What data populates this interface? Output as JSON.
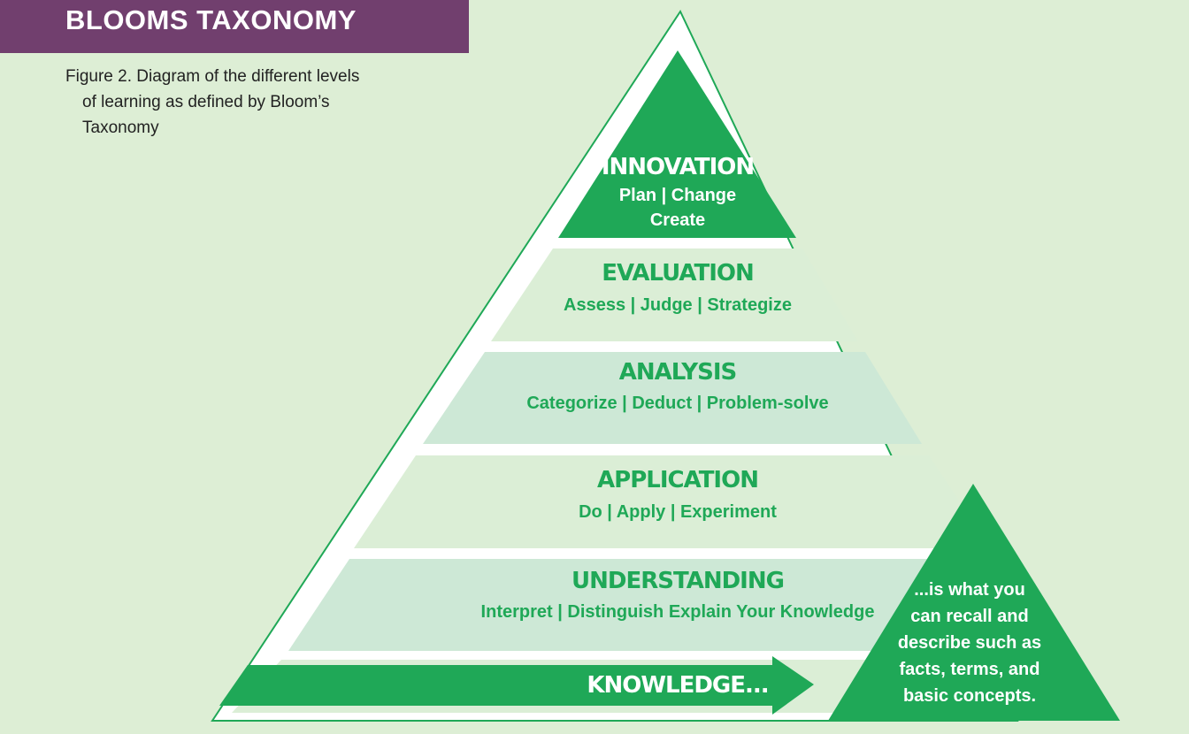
{
  "header": {
    "title": "BLOOMS TAXONOMY"
  },
  "caption": "Figure 2. Diagram of the different levels of learning as defined by Bloom’s Taxonomy",
  "colors": {
    "background": "#ddeed5",
    "header": "#713f6e",
    "green": "#1fa857",
    "band_light": "#dbeed6",
    "band_mid": "#cde8d6"
  },
  "levels": [
    {
      "title": "INNOVATION",
      "verbs": [
        "Plan | Change",
        "Create"
      ]
    },
    {
      "title": "EVALUATION",
      "verbs": [
        "Assess | Judge | Strategize"
      ]
    },
    {
      "title": "ANALYSIS",
      "verbs": [
        "Categorize | Deduct | Problem-solve"
      ]
    },
    {
      "title": "APPLICATION",
      "verbs": [
        "Do | Apply | Experiment"
      ]
    },
    {
      "title": "UNDERSTANDING",
      "verbs": [
        "Interpret | Distinguish Explain Your Knowledge"
      ]
    }
  ],
  "knowledge": {
    "label": "KNOWLEDGE...",
    "description": [
      "...is what you",
      "can recall and",
      "describe such as",
      "facts, terms, and",
      "basic concepts."
    ]
  }
}
